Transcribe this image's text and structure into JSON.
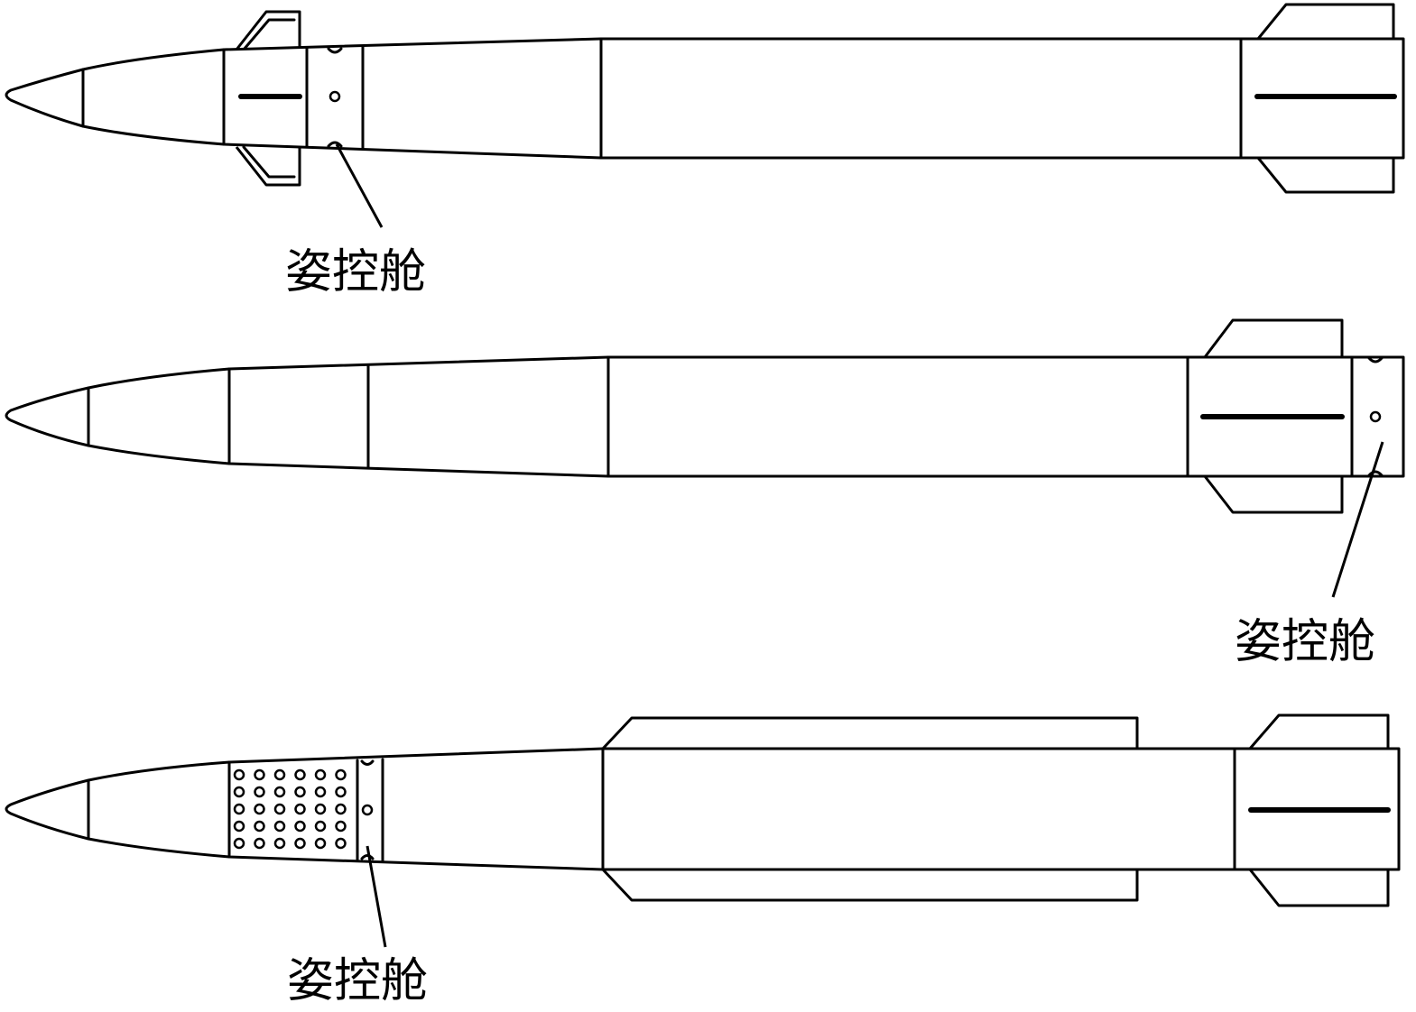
{
  "labels": {
    "top": "姿控舱",
    "middle": "姿控舱",
    "bottom": "姿控舱"
  },
  "colors": {
    "line": "#000000",
    "background": "#ffffff"
  }
}
